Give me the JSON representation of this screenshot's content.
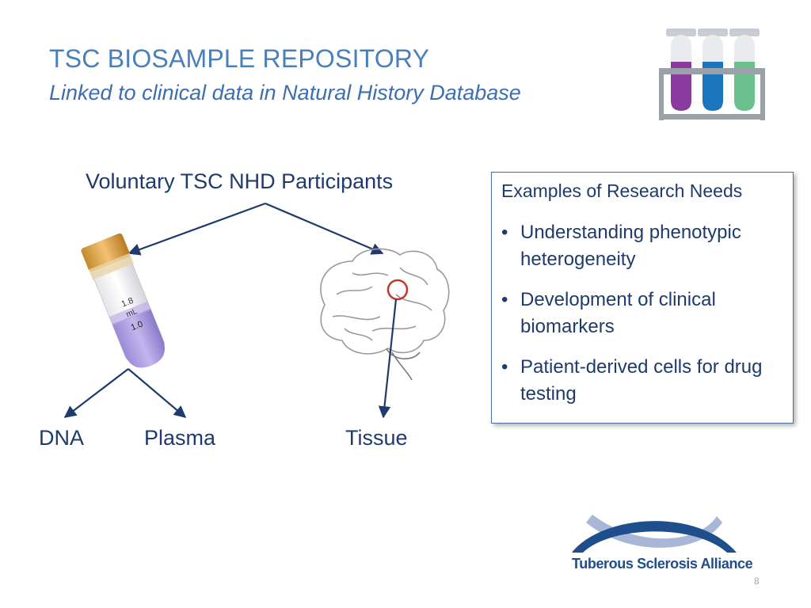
{
  "slide": {
    "title": "TSC BIOSAMPLE REPOSITORY",
    "subtitle": "Linked to clinical data in Natural History Database",
    "page_number": "8"
  },
  "diagram": {
    "root_label": "Voluntary TSC NHD Participants",
    "tube_label_top": "1.8",
    "tube_label_mid": "mL",
    "tube_label_bottom": "1.0",
    "leaves": {
      "dna": "DNA",
      "plasma": "Plasma",
      "tissue": "Tissue"
    },
    "arrow_color": "#1f3b6e"
  },
  "research_needs": {
    "title": "Examples of Research Needs",
    "items": [
      "Understanding phenotypic heterogeneity",
      "Development of clinical biomarkers",
      "Patient-derived cells for drug testing"
    ]
  },
  "logo": {
    "text": "Tuberous Sclerosis Alliance",
    "colors": {
      "primary": "#1f4e8c",
      "secondary": "#a9b6d8"
    }
  },
  "test_tubes_icon": {
    "colors": [
      "#8b3a9e",
      "#1b75bc",
      "#6ac18e"
    ]
  }
}
